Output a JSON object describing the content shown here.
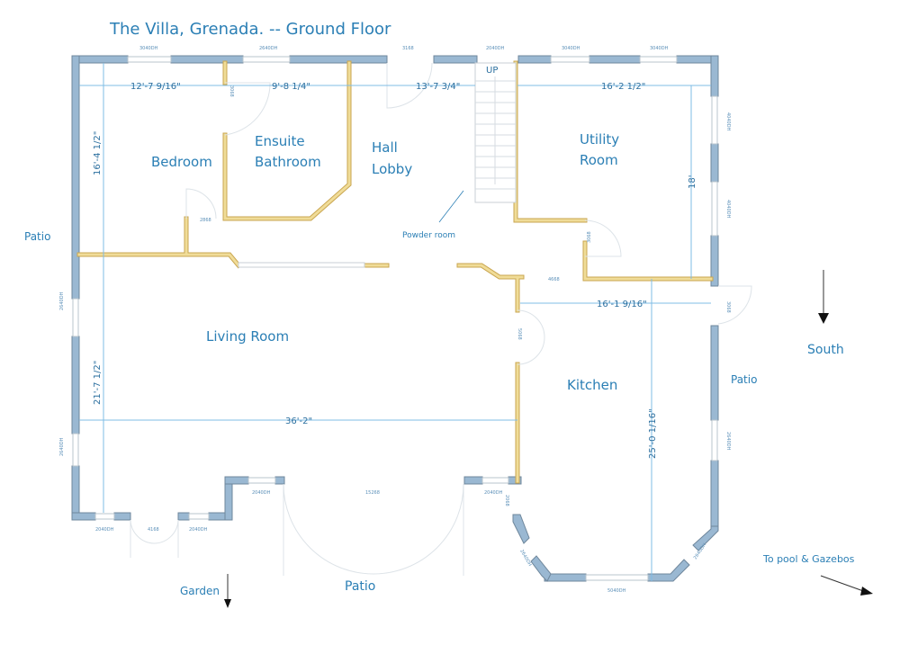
{
  "title": "The Villa, Grenada. -- Ground Floor",
  "rooms": {
    "bedroom": "Bedroom",
    "ensuite_1": "Ensuite",
    "ensuite_2": "Bathroom",
    "hall_1": "Hall",
    "hall_2": "Lobby",
    "utility_1": "Utility",
    "utility_2": "Room",
    "living": "Living Room",
    "kitchen": "Kitchen",
    "powder": "Powder room"
  },
  "dimensions": {
    "bedroom_width": "12'-7 9/16\"",
    "bath_width": "9'-8 1/4\"",
    "hall_width": "13'-7 3/4\"",
    "utility_width": "16'-2 1/2\"",
    "bedroom_depth": "16'-4 1/2\"",
    "utility_depth": "18'",
    "living_depth": "21'-7 1/2\"",
    "living_width": "36'-2\"",
    "kitchen_width": "16'-1 9/16\"",
    "kitchen_depth": "25'-0 1/16\""
  },
  "stair_label": "UP",
  "openings": {
    "top_win1": "3040DH",
    "top_win2": "2640DH",
    "top_door": "3168",
    "top_win3": "2040DH",
    "top_win4": "3040DH",
    "top_win5": "3040DH",
    "right_win1": "4040DH",
    "right_win2": "4040DH",
    "right_door": "3068",
    "right_win3": "2640DH",
    "left_win1": "2640DH",
    "left_win2": "2640DH",
    "bath_door": "3068",
    "bed_door": "2868",
    "util_door": "3068",
    "util_open": "4668",
    "kitchen_open": "5068",
    "bot_win1": "2040DH",
    "bot_door": "4168",
    "bot_win2": "2040DH",
    "bot_win3": "2040DH",
    "bot_french": "15268",
    "bot_win4": "2040DH",
    "kit_door": "2068",
    "kit_win_left": "2640DH",
    "kit_win_bottom": "5040DH",
    "kit_win_right": "2640DH"
  },
  "outside": {
    "patio_west": "Patio",
    "patio_east": "Patio",
    "patio_north": "Patio",
    "garden": "Garden",
    "south": "South",
    "pool": "To pool & Gazebos"
  },
  "colors": {
    "exterior_wall": "#9ab8d2",
    "interior_wall": "#f0dc98",
    "text": "#2b7fb5",
    "dimension": "#7fbce6"
  }
}
